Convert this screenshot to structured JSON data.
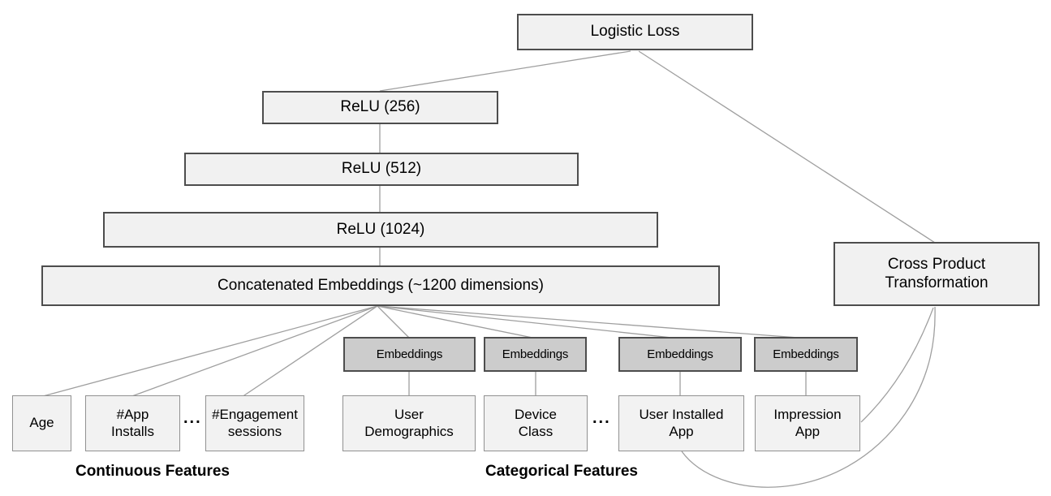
{
  "nodes": {
    "logistic_loss": "Logistic Loss",
    "relu_256": "ReLU (256)",
    "relu_512": "ReLU (512)",
    "relu_1024": "ReLU (1024)",
    "concatenated_embeddings": "Concatenated Embeddings (~1200 dimensions)",
    "cross_product": "Cross Product\nTransformation"
  },
  "embeddings": {
    "label": "Embeddings"
  },
  "features": {
    "age": "Age",
    "app_installs": "#App\nInstalls",
    "engagement_sessions": "#Engagement\nsessions",
    "user_demographics": "User\nDemographics",
    "device_class": "Device\nClass",
    "user_installed_app": "User Installed\nApp",
    "impression_app": "Impression\nApp"
  },
  "ellipsis": {
    "continuous": "...",
    "categorical": "..."
  },
  "group_labels": {
    "continuous": "Continuous Features",
    "categorical": "Categorical Features"
  },
  "colors": {
    "background": "#ffffff",
    "node_fill": "#f1f1f1",
    "embedding_fill": "#cccccc",
    "node_border": "#4d4d4d",
    "feature_border": "#919191",
    "connector_line": "#9f9f9f",
    "text": "#000000"
  }
}
